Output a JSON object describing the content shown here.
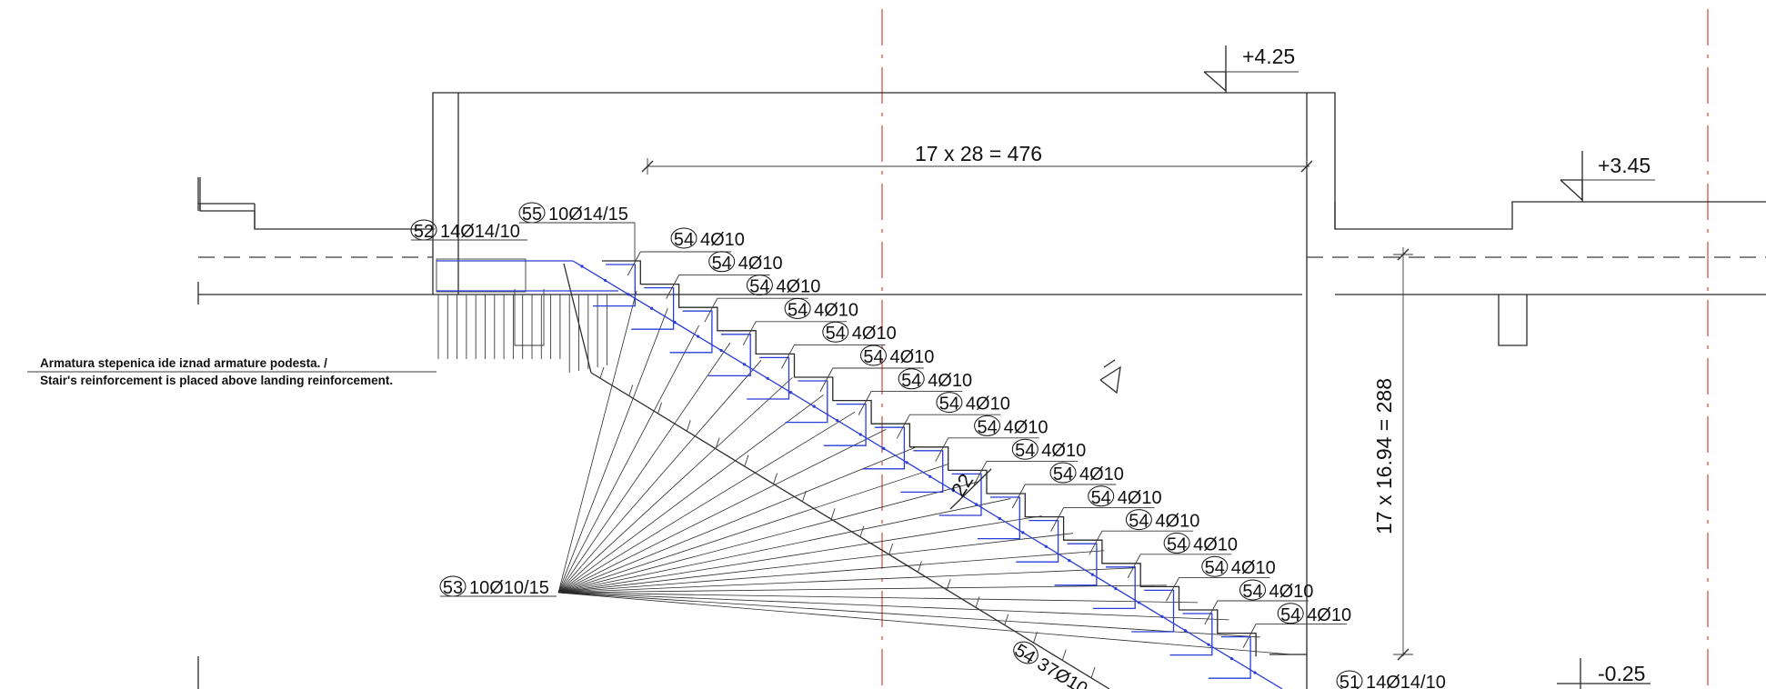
{
  "levels": {
    "top": "+4.25",
    "landing": "+3.45",
    "bottom": "-0.25"
  },
  "dimensions": {
    "horizontal": "17 x 28 = 476",
    "vertical": "17 x 16.94 = 288"
  },
  "slab_thickness": "22",
  "note": {
    "line1": "Armatura stepenica ide iznad armature podesta. /",
    "line2": "Stair's reinforcement is placed above landing reinforcement."
  },
  "rebar_labels": {
    "b52": {
      "mark": "52",
      "text": "14Ø14/10"
    },
    "b55": {
      "mark": "55",
      "text": "10Ø14/15"
    },
    "b53": {
      "mark": "53",
      "text": "10Ø10/15"
    },
    "b51": {
      "mark": "51",
      "text": "14Ø14/10"
    },
    "b54_long": {
      "mark": "54",
      "text": "37Ø10"
    },
    "step_marks": [
      {
        "mark": "54",
        "text": "4Ø10"
      },
      {
        "mark": "54",
        "text": "4Ø10"
      },
      {
        "mark": "54",
        "text": "4Ø10"
      },
      {
        "mark": "54",
        "text": "4Ø10"
      },
      {
        "mark": "54",
        "text": "4Ø10"
      },
      {
        "mark": "54",
        "text": "4Ø10"
      },
      {
        "mark": "54",
        "text": "4Ø10"
      },
      {
        "mark": "54",
        "text": "4Ø10"
      },
      {
        "mark": "54",
        "text": "4Ø10"
      },
      {
        "mark": "54",
        "text": "4Ø10"
      },
      {
        "mark": "54",
        "text": "4Ø10"
      },
      {
        "mark": "54",
        "text": "4Ø10"
      },
      {
        "mark": "54",
        "text": "4Ø10"
      },
      {
        "mark": "54",
        "text": "4Ø10"
      },
      {
        "mark": "54",
        "text": "4Ø10"
      },
      {
        "mark": "54",
        "text": "4Ø10"
      },
      {
        "mark": "54",
        "text": "4Ø10"
      }
    ]
  }
}
